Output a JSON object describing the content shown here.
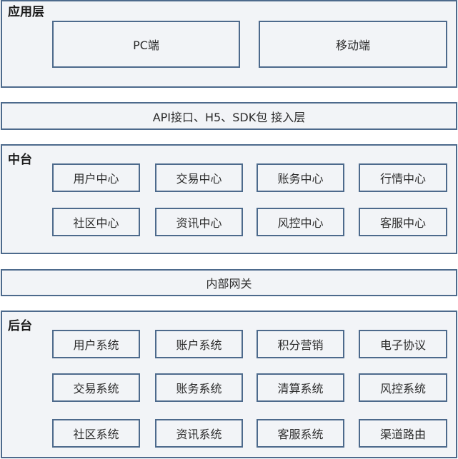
{
  "colors": {
    "border": "#4d6a8c",
    "fill": "#f2f4f7",
    "text": "#2b2b2b"
  },
  "app_layer": {
    "title": "应用层",
    "items": [
      "PC端",
      "移动端"
    ]
  },
  "access_layer": {
    "label": "API接口、H5、SDK包 接入层"
  },
  "middle_platform": {
    "title": "中台",
    "items": [
      "用户中心",
      "交易中心",
      "账务中心",
      "行情中心",
      "社区中心",
      "资讯中心",
      "风控中心",
      "客服中心"
    ]
  },
  "gateway": {
    "label": "内部网关"
  },
  "backend": {
    "title": "后台",
    "items": [
      "用户系统",
      "账户系统",
      "积分营销",
      "电子协议",
      "交易系统",
      "账务系统",
      "清算系统",
      "风控系统",
      "社区系统",
      "资讯系统",
      "客服系统",
      "渠道路由"
    ]
  }
}
